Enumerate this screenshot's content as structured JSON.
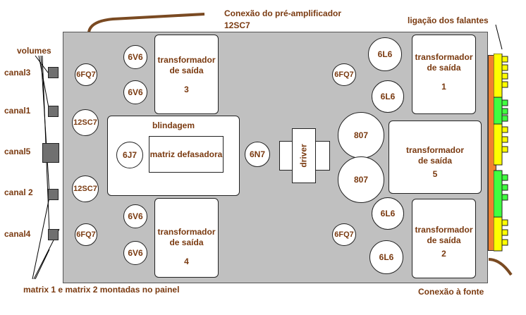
{
  "labels": {
    "preamp_connection": "Conexão do pré-amplificador",
    "preamp_tube": "12SC7",
    "speaker_connection": "ligação dos falantes",
    "power_connection": "Conexão à fonte",
    "volumes": "volumes",
    "matrix_note": "matrix 1 e matrix 2 montadas no painel",
    "shield": "blindagem",
    "phase_matrix": "matriz defasadora",
    "driver": "driver"
  },
  "channels": [
    "canal3",
    "canal1",
    "canal5",
    "canal 2",
    "canal4"
  ],
  "transformer_label": [
    "transformador",
    "de saída"
  ],
  "transformers": [
    "3",
    "4",
    "1",
    "5",
    "2"
  ],
  "tubes": {
    "v6_a": "6V6",
    "v6_b": "6V6",
    "v6_c": "6V6",
    "v6_d": "6V6",
    "fq7_left_top": "6FQ7",
    "fq7_left_bottom": "6FQ7",
    "fq7_right_top": "6FQ7",
    "fq7_right_bottom": "6FQ7",
    "sc7_top": "12SC7",
    "sc7_bottom": "12SC7",
    "j7": "6J7",
    "n7": "6N7",
    "l6_a": "6L6",
    "l6_b": "6L6",
    "l6_c": "6L6",
    "l6_d": "6L6",
    "t807_a": "807",
    "t807_b": "807"
  },
  "colors": {
    "chassis": "#c0c0c0",
    "text": "#7a3a10",
    "cable": "#7a4a22",
    "terminal_orange": "#f08030",
    "terminal_yellow": "#ffff00",
    "terminal_green": "#40ff40",
    "knob": "#707070"
  }
}
